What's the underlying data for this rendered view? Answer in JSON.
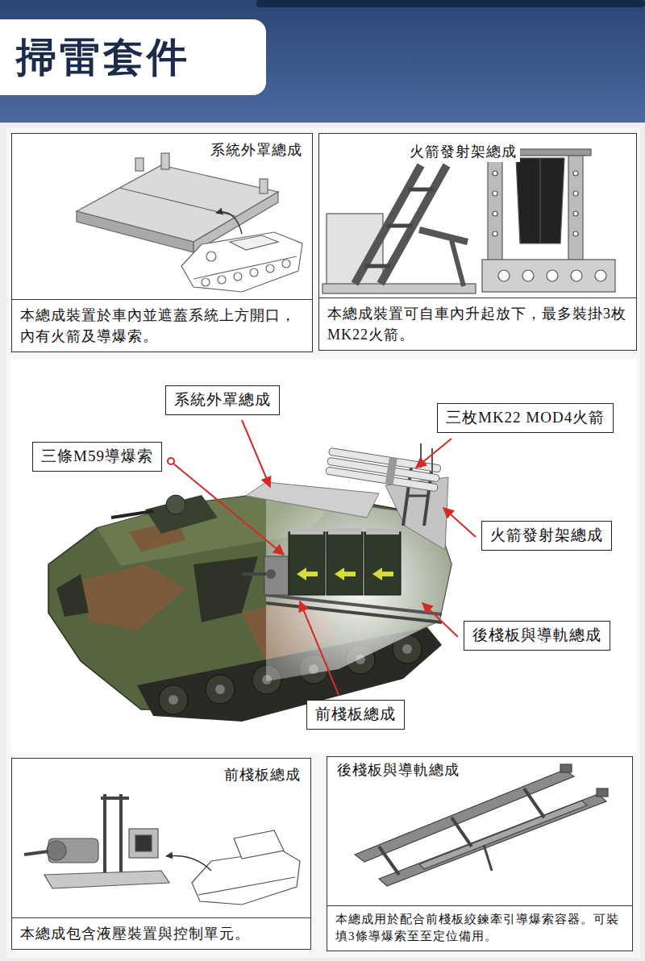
{
  "diagram": {
    "title": "掃雷套件",
    "nodes": [
      {
        "text": [
          "系統外罩總成"
        ]
      },
      {
        "text": [
          "本總成裝置於車內並遮蓋系統上方開口，內有火箭及導爆索。"
        ],
        "in": 0
      },
      {
        "text": [
          "火箭發射架總成"
        ]
      },
      {
        "text": [
          "本總成裝置可自車內升起放下，最多裝掛3枚MK22火箭。"
        ],
        "in": 2
      },
      {
        "text": [
          "系統外罩總成"
        ]
      },
      {
        "text": [
          "三枚MK22 MOD4火箭"
        ]
      },
      {
        "text": [
          "三條M59導爆索"
        ]
      },
      {
        "text": [
          "火箭發射架總成"
        ]
      },
      {
        "text": [
          "後棧板與導軌總成"
        ]
      },
      {
        "text": [
          "前棧板總成"
        ]
      },
      {
        "text": [
          "前棧板總成"
        ]
      },
      {
        "text": [
          "本總成包含液壓裝置與控制單元。"
        ],
        "in": 10
      },
      {
        "text": [
          "後棧板與導軌總成"
        ]
      },
      {
        "text": [
          "本總成用於配合前棧板絞鍊牽引導爆索容器。可裝填3條導爆索至至定位備用。"
        ],
        "in": 12
      }
    ]
  }
}
